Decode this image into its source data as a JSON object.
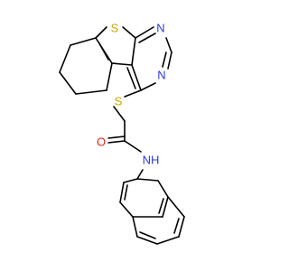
{
  "molecule": {
    "atoms": [
      {
        "id": "S1",
        "label": "S",
        "color": "#c8a400"
      },
      {
        "id": "N1",
        "label": "N",
        "color": "#2b3bd9"
      },
      {
        "id": "N2",
        "label": "N",
        "color": "#2b3bd9"
      },
      {
        "id": "S2",
        "label": "S",
        "color": "#c8a400"
      },
      {
        "id": "O1",
        "label": "O",
        "color": "#e0221a"
      },
      {
        "id": "N3",
        "label": "NH",
        "color": "#2b3bd9"
      }
    ],
    "bond_color": "#000000"
  }
}
